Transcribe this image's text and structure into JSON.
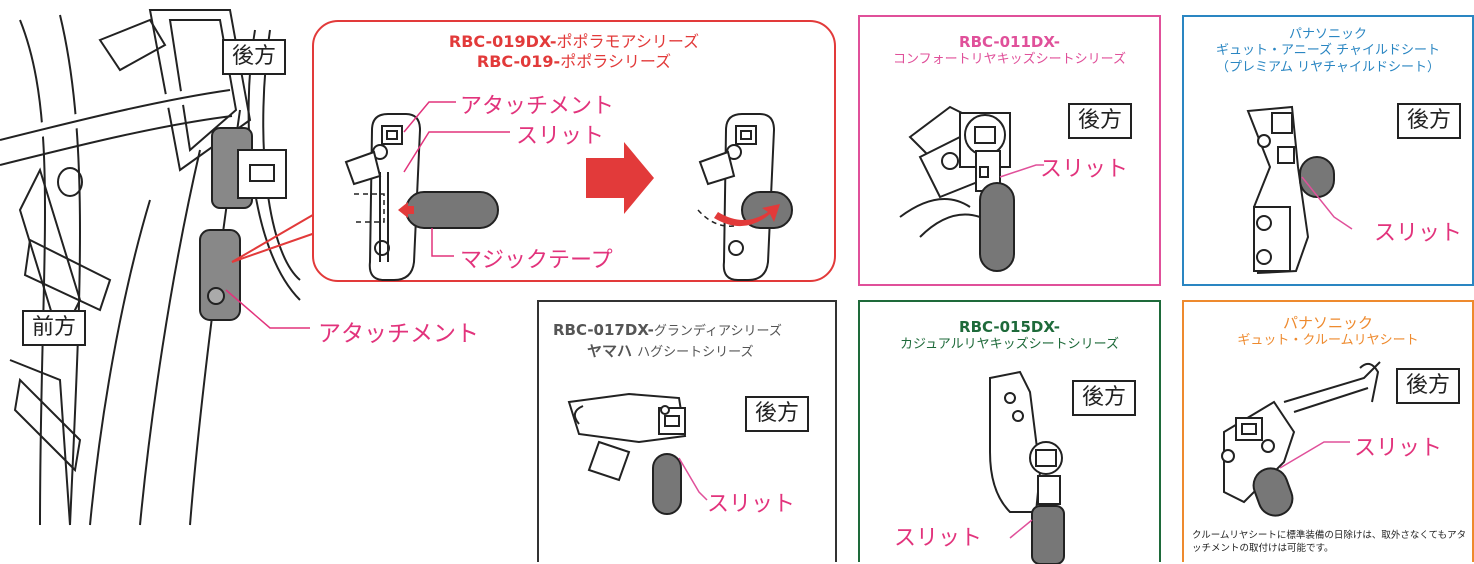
{
  "main": {
    "rear_tag": "後方",
    "front_tag": "前方",
    "attachment_label": "アタッチメント"
  },
  "callout": {
    "line1_model": "RBC-019DX-",
    "line1_series": "ポポラモアシリーズ",
    "line2_model": "RBC-019-",
    "line2_series": "ポポラシリーズ",
    "attachment_label": "アタッチメント",
    "slit_label": "スリット",
    "velcro_label": "マジックテープ"
  },
  "panels": [
    {
      "model": "RBC-011DX-",
      "series": "コンフォートリヤキッズシートシリーズ",
      "rear": "後方",
      "slit": "スリット",
      "color": "#e0509a"
    },
    {
      "line1": "パナソニック",
      "line2": "ギュット・アニーズ チャイルドシート",
      "line3": "（プレミアム リヤチャイルドシート）",
      "rear": "後方",
      "slit": "スリット",
      "color": "#2a86c2"
    },
    {
      "model": "RBC-017DX-",
      "series": "グランディアシリーズ",
      "model2": "ヤマハ",
      "series2": "ハグシートシリーズ",
      "rear": "後方",
      "slit": "スリット",
      "color": "#333333"
    },
    {
      "model": "RBC-015DX-",
      "series": "カジュアルリヤキッズシートシリーズ",
      "rear": "後方",
      "slit": "スリット",
      "color": "#1e6a3a"
    },
    {
      "line1": "パナソニック",
      "line2": "ギュット・クルームリヤシート",
      "rear": "後方",
      "slit": "スリット",
      "note": "クルームリヤシートに標準装備の日除けは、取外さなくてもアタッチメントの取付けは可能です。",
      "color": "#ee8a2e"
    }
  ],
  "colors": {
    "pink": "#e2337c",
    "red": "#e23a3a",
    "strap": "#777777"
  }
}
